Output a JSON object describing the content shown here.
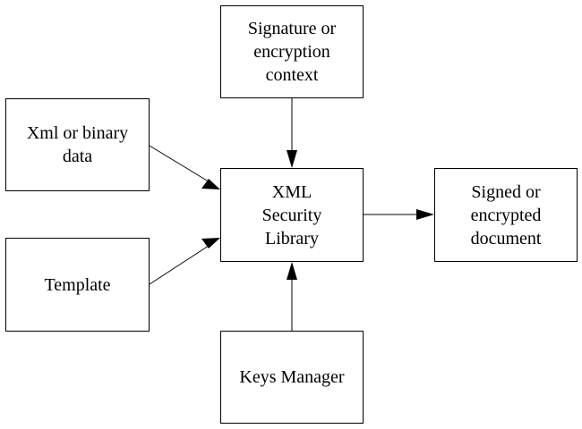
{
  "nodes": {
    "context": "Signature or\nencryption\ncontext",
    "xml_data": "Xml or binary\ndata",
    "library": "XML\nSecurity\nLibrary",
    "output": "Signed or\nencrypted\ndocument",
    "template": "Template",
    "keys": "Keys Manager"
  },
  "colors": {
    "stroke": "#000000",
    "background": "#ffffff"
  }
}
